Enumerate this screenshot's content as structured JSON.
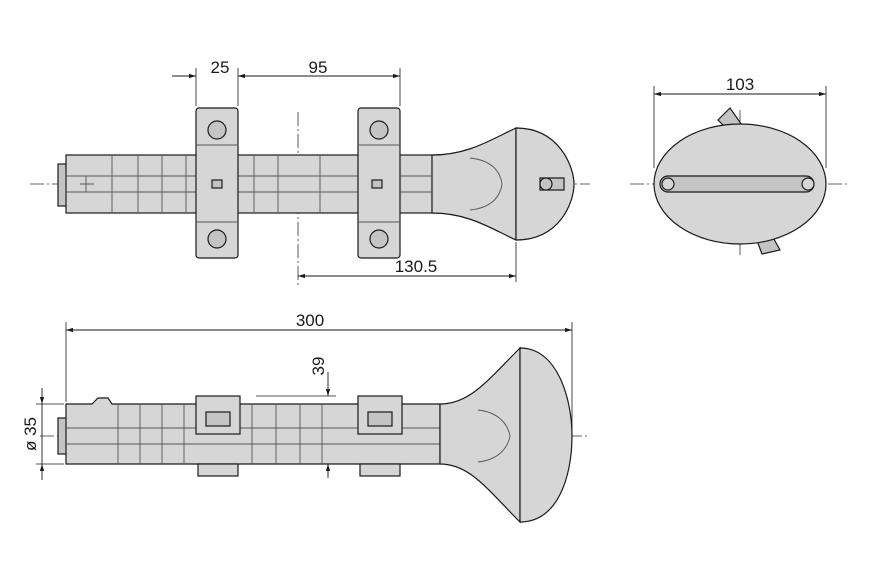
{
  "dimensions": {
    "top_clip_width": "25",
    "top_clip_spacing": "95",
    "top_axis_to_end": "130.5",
    "end_view_width": "103",
    "overall_length": "300",
    "height_39": "39",
    "diameter": "ø 35"
  }
}
